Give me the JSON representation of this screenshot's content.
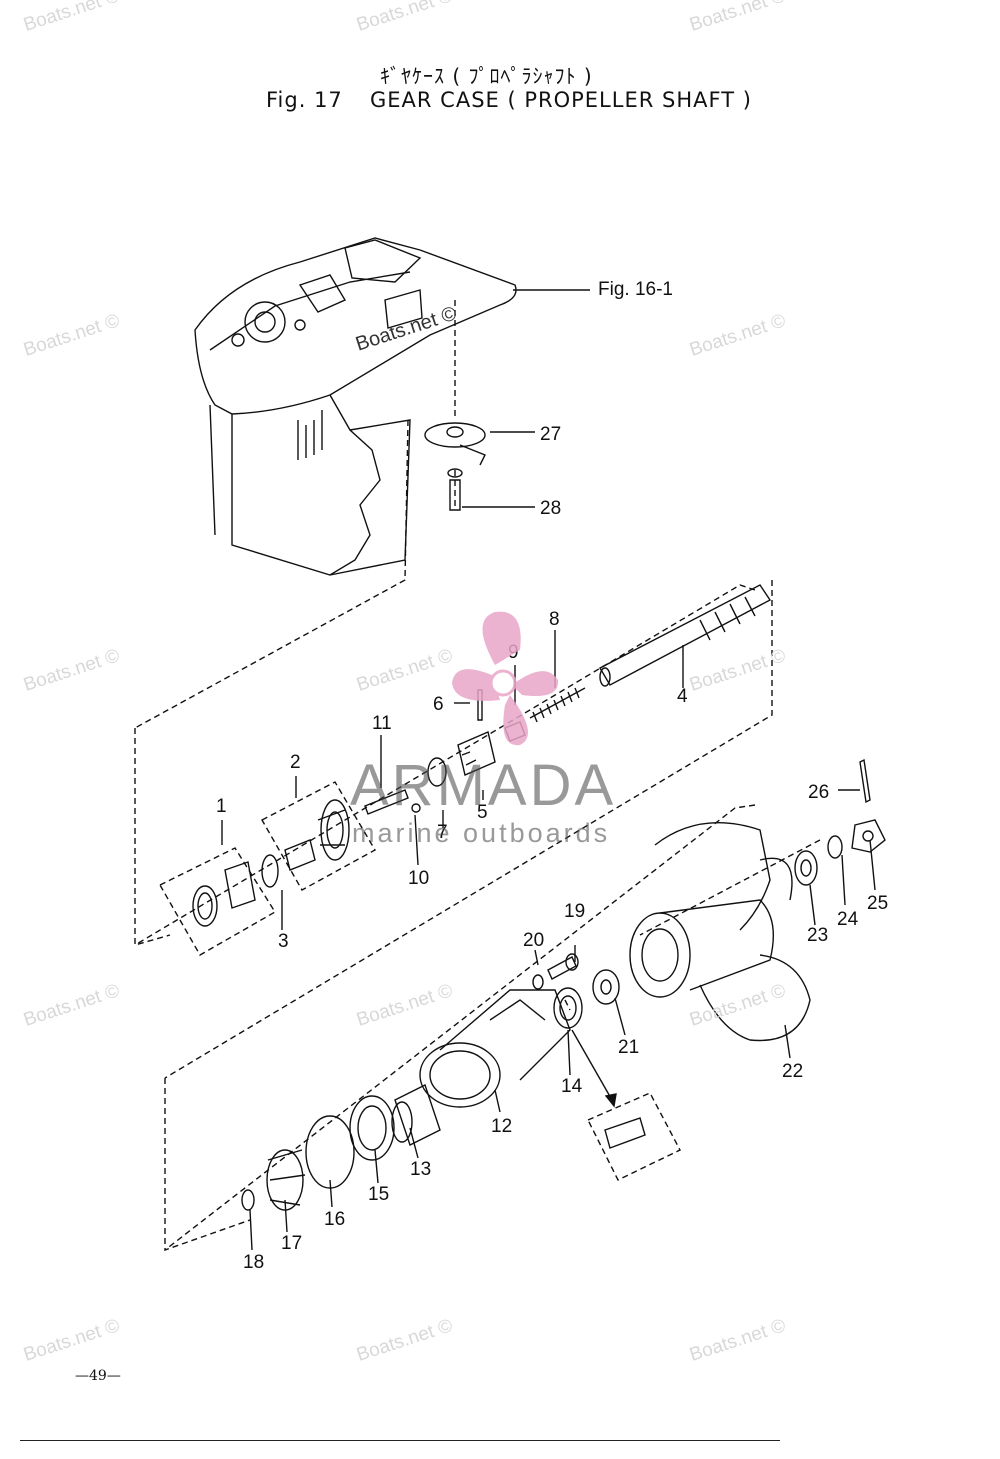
{
  "header": {
    "title_jp": "ｷﾞﾔｹｰｽ ( ﾌﾟﾛﾍﾟﾗｼｬﾌﾄ )",
    "fig_label": "Fig. 17",
    "title_en": "GEAR CASE ( PROPELLER SHAFT )"
  },
  "reference_label": "Fig. 16-1",
  "callouts": [
    "1",
    "2",
    "3",
    "4",
    "5",
    "6",
    "7",
    "8",
    "9",
    "10",
    "11",
    "12",
    "13",
    "14",
    "15",
    "16",
    "17",
    "18",
    "19",
    "20",
    "21",
    "22",
    "23",
    "24",
    "25",
    "26",
    "27",
    "28"
  ],
  "watermark": {
    "text": "Boats.net ©",
    "brand_text": "ARMADA",
    "brand_subtext": "marine outboards",
    "brand_color": "#e8a6c8"
  },
  "footer": {
    "page_number": "—49—"
  }
}
